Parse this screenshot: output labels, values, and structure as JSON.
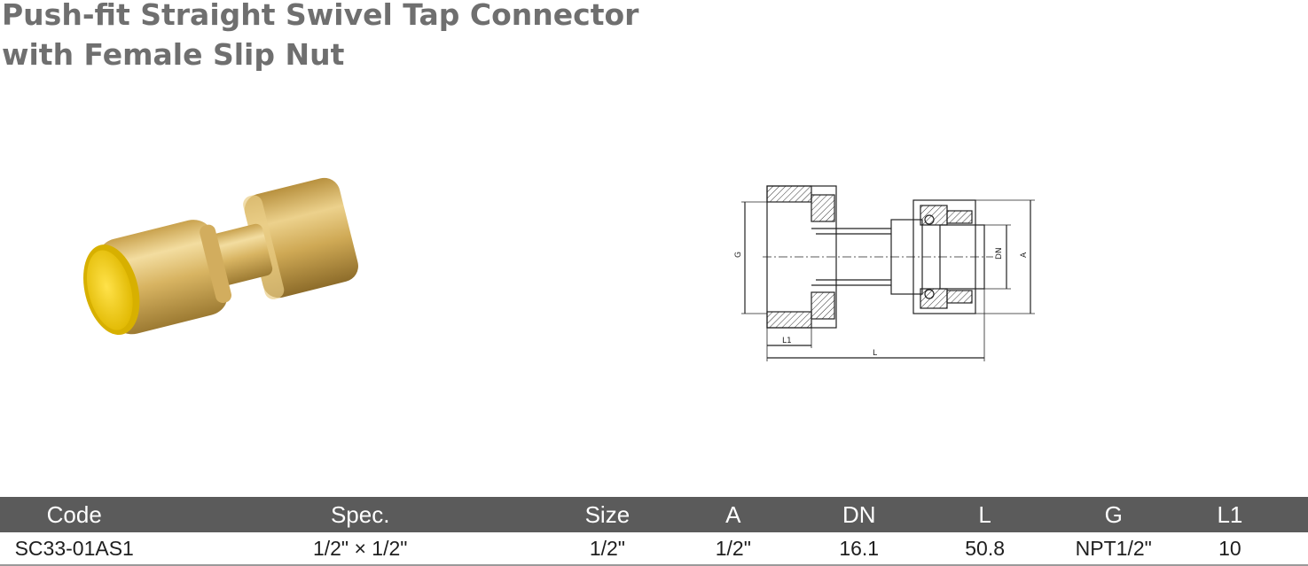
{
  "title": {
    "line1": "Push-fit Straight Swivel Tap Connector",
    "line2": "with Female Slip Nut"
  },
  "drawing": {
    "labels": {
      "g": "G",
      "dn": "DN",
      "a": "A",
      "l1": "L1",
      "l": "L"
    }
  },
  "table": {
    "headers": [
      "Code",
      "Spec.",
      "Size",
      "A",
      "DN",
      "L",
      "G",
      "L1"
    ],
    "rows": [
      [
        "SC33-01AS1",
        "1/2\" × 1/2\"",
        "1/2\"",
        "1/2\"",
        "16.1",
        "50.8",
        "NPT1/2\"",
        "10"
      ]
    ]
  },
  "colors": {
    "title": "#6f6f6f",
    "header_bg": "#5b5b5b",
    "brass": "#d9b45a",
    "cap_yellow": "#f5d000"
  }
}
